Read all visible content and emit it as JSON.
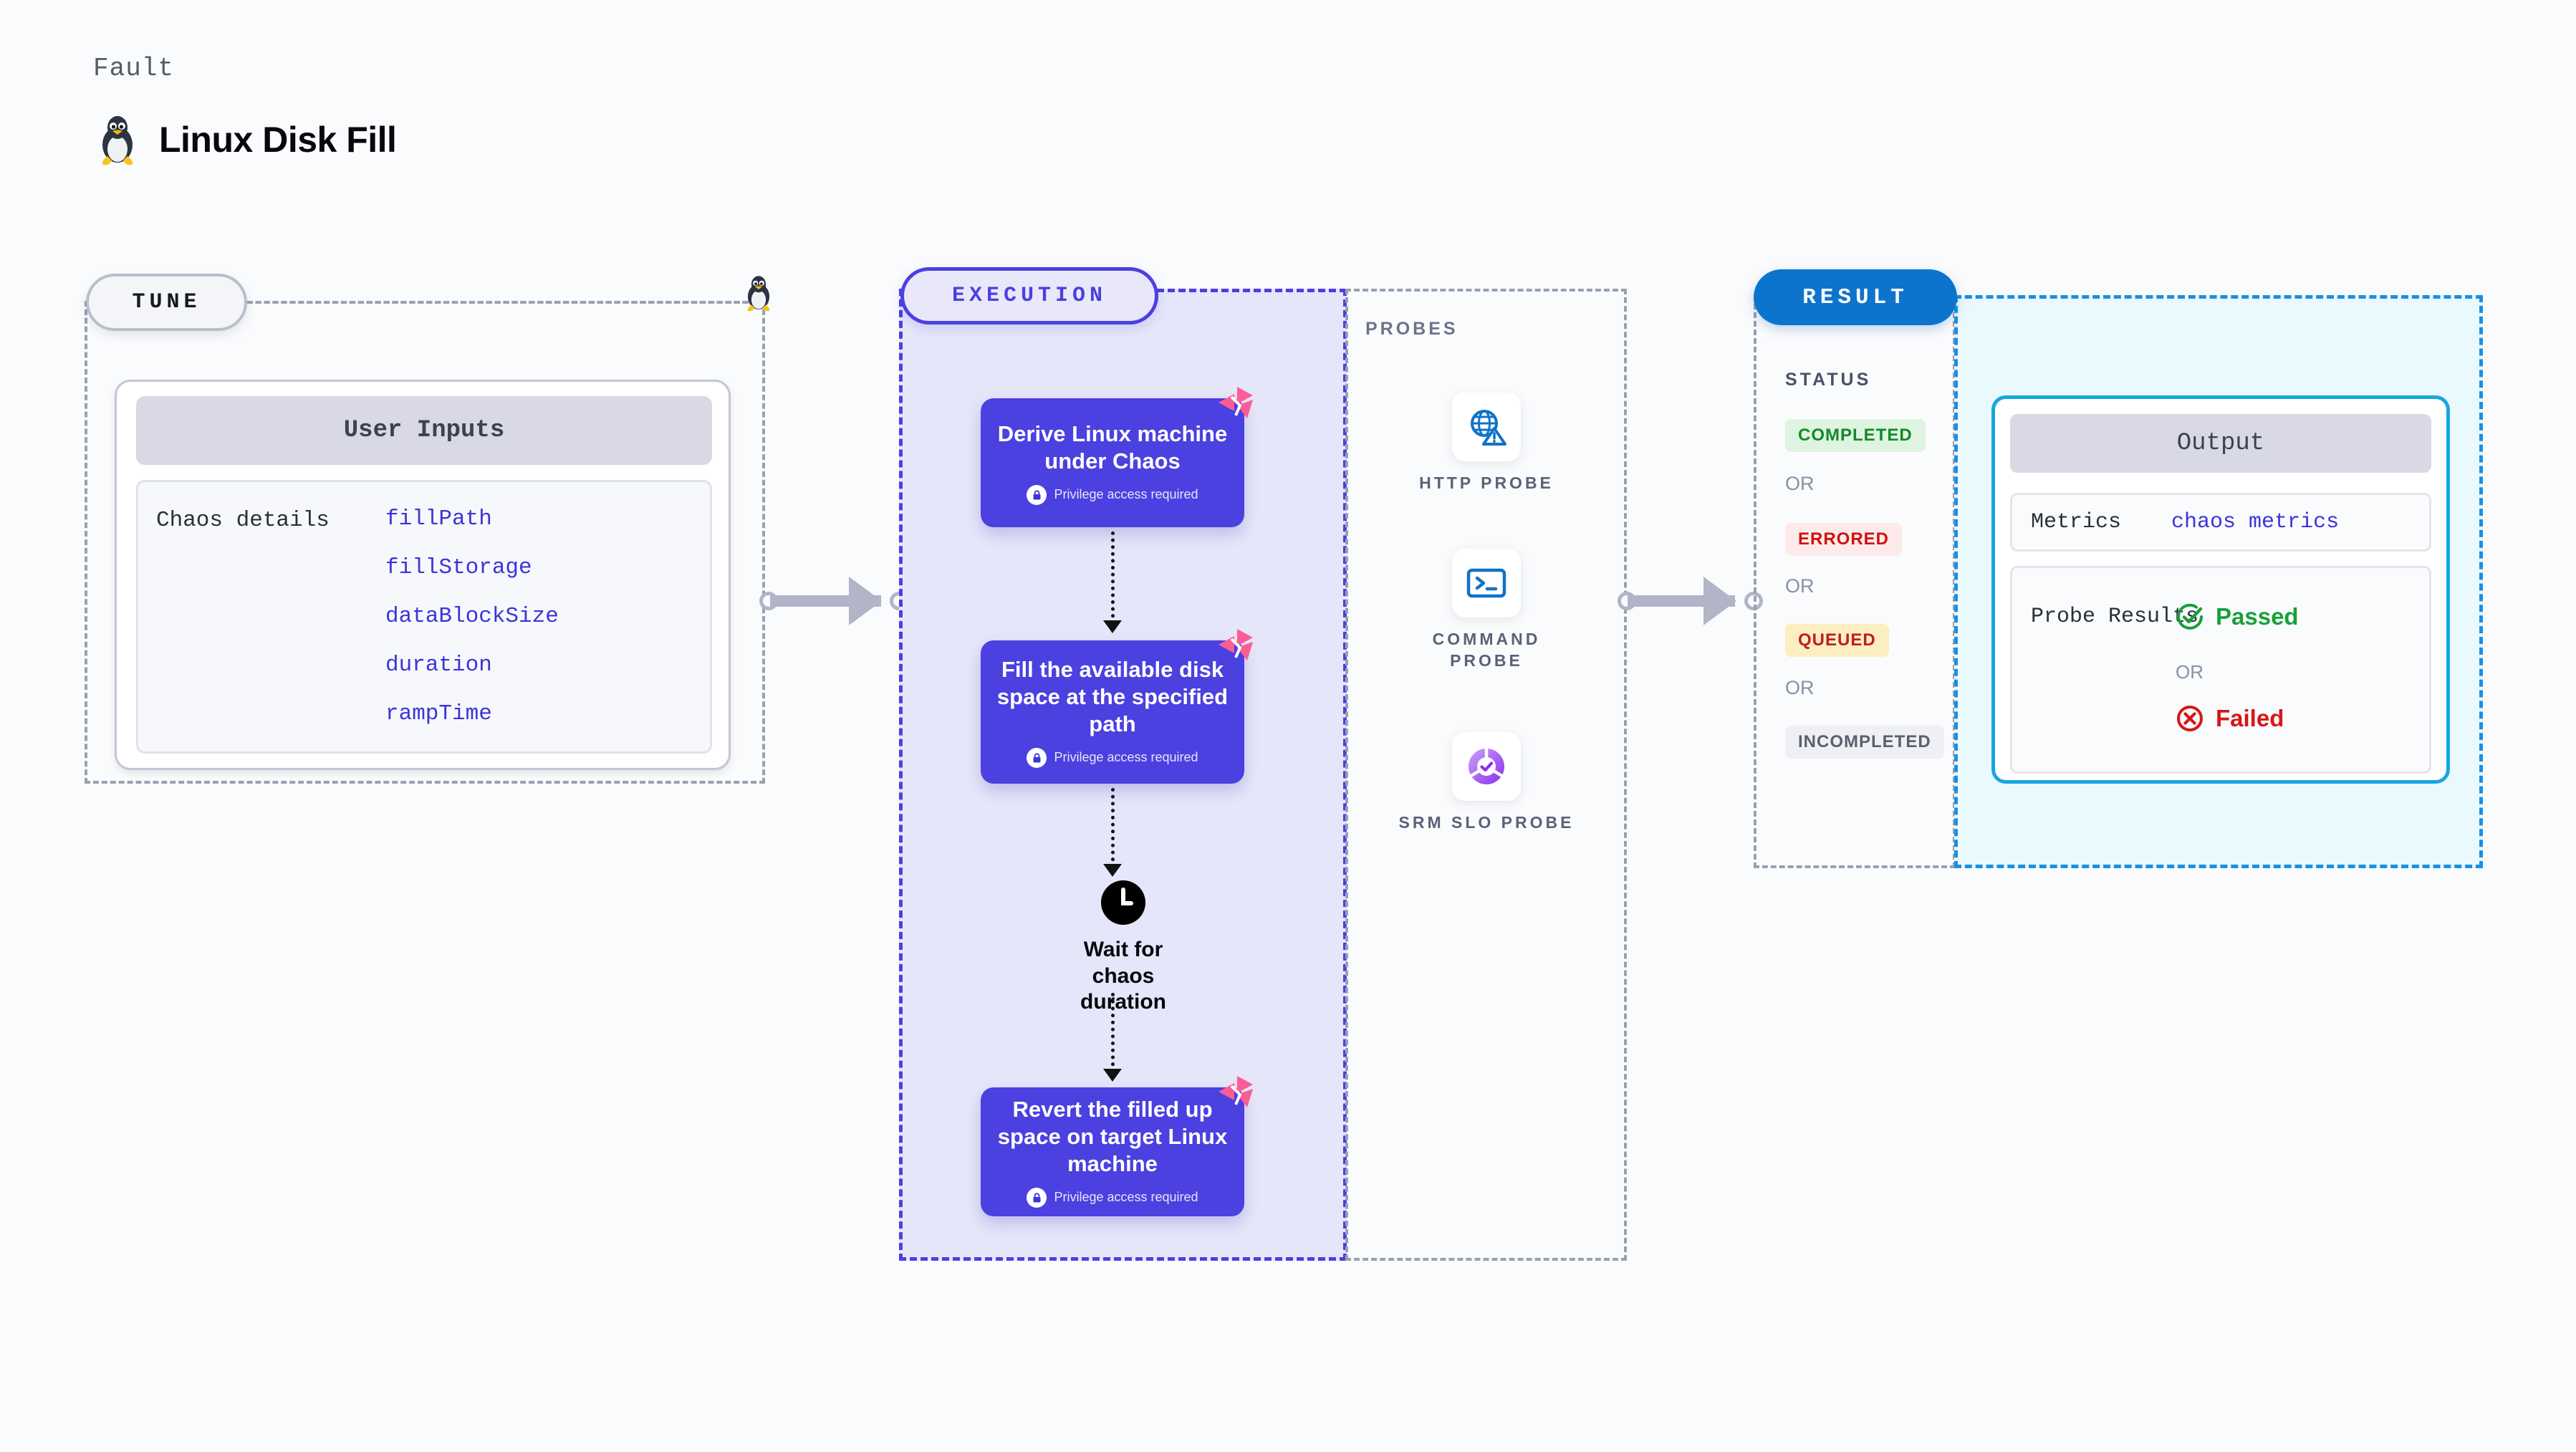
{
  "header": {
    "kicker": "Fault",
    "title": "Linux Disk Fill",
    "icon": "linux-penguin-icon"
  },
  "tune": {
    "pill_label": "TUNE",
    "card_title": "User Inputs",
    "row_label": "Chaos details",
    "parameters": [
      "fillPath",
      "fillStorage",
      "dataBlockSize",
      "duration",
      "rampTime"
    ]
  },
  "execution": {
    "pill_label": "EXECUTION",
    "privilege_note": "Privilege access required",
    "steps": [
      {
        "text": "Derive Linux machine under Chaos",
        "privileged": true,
        "type": "task"
      },
      {
        "text": "Fill the available disk space at the specified path",
        "privileged": true,
        "type": "task"
      },
      {
        "text": "Wait for chaos duration",
        "privileged": false,
        "type": "wait"
      },
      {
        "text": "Revert the filled up space on target Linux machine",
        "privileged": true,
        "type": "task"
      }
    ]
  },
  "probes": {
    "section_label": "PROBES",
    "items": [
      {
        "label": "HTTP PROBE",
        "icon": "globe-warning-icon"
      },
      {
        "label": "COMMAND PROBE",
        "icon": "terminal-icon"
      },
      {
        "label": "SRM SLO PROBE",
        "icon": "slo-donut-check-icon"
      }
    ]
  },
  "result": {
    "pill_label": "RESULT",
    "status_label": "STATUS",
    "or_label": "OR",
    "statuses": [
      {
        "label": "COMPLETED",
        "text_color": "#118a27",
        "bg_color": "#dff4e0"
      },
      {
        "label": "ERRORED",
        "text_color": "#cf1111",
        "bg_color": "#fdeaea"
      },
      {
        "label": "QUEUED",
        "text_color": "#bb2020",
        "bg_color": "#fdeebf"
      },
      {
        "label": "INCOMPLETED",
        "text_color": "#5b6070",
        "bg_color": "#eef0f5"
      }
    ],
    "output": {
      "title": "Output",
      "metrics_key": "Metrics",
      "metrics_value": "chaos metrics",
      "probe_results_key": "Probe Results",
      "passed_label": "Passed",
      "failed_label": "Failed",
      "or_label": "OR"
    }
  },
  "colors": {
    "indigo": "#4b40e0",
    "blue": "#0d74ce",
    "cyan": "#17a6e0",
    "pink": "#fa5d94",
    "grey_dash": "#9ba0b0",
    "page_bg": "#fafbfd"
  }
}
